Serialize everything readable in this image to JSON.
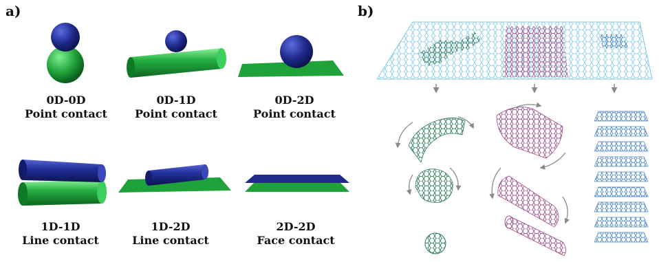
{
  "panels": {
    "a": {
      "label": "a)"
    },
    "b": {
      "label": "b)"
    }
  },
  "contacts": [
    {
      "dims": "0D-0D",
      "type": "Point contact"
    },
    {
      "dims": "0D-1D",
      "type": "Point contact"
    },
    {
      "dims": "0D-2D",
      "type": "Point contact"
    },
    {
      "dims": "1D-1D",
      "type": "Line contact"
    },
    {
      "dims": "1D-2D",
      "type": "Line contact"
    },
    {
      "dims": "2D-2D",
      "type": "Face contact"
    }
  ],
  "colors": {
    "blue": "#1f2a8c",
    "green": "#1fa23a",
    "graphene_sheet": "#7ec7e6",
    "fullerene": "#2f7d5a",
    "nanotube": "#a0528e",
    "graphite": "#4e88c4",
    "arrow": "#8a8a8a"
  }
}
